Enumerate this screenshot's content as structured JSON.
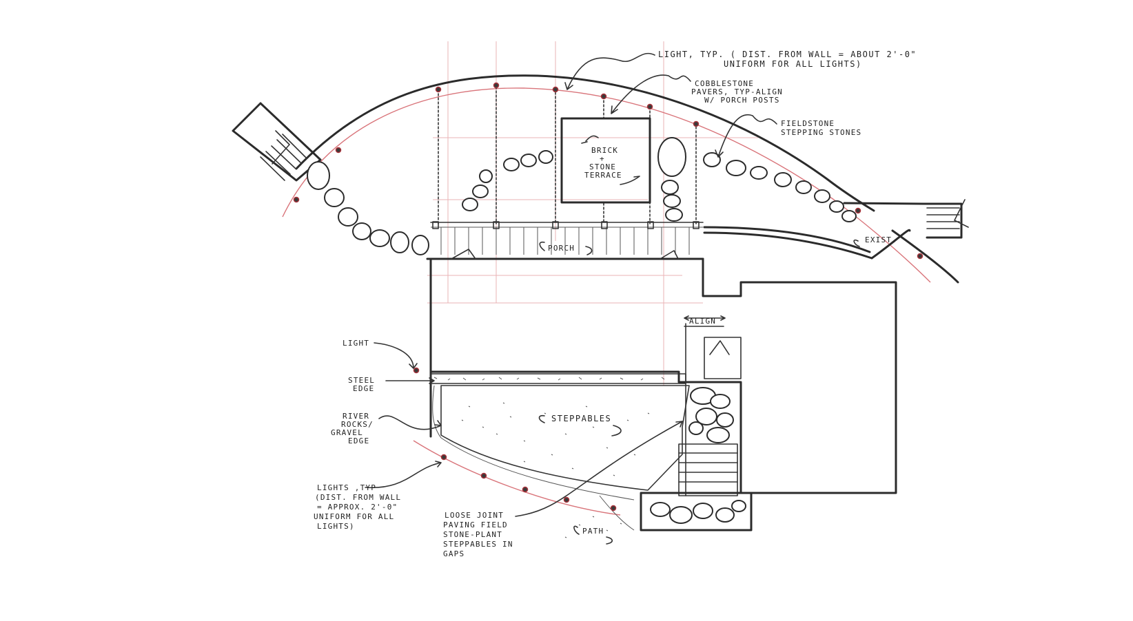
{
  "notes": {
    "light_typ_1": "LIGHT, TYP. ( DIST. FROM WALL = ABOUT 2'-0\"",
    "light_typ_2": "UNIFORM FOR ALL LIGHTS)",
    "cobble_1": "COBBLESTONE",
    "cobble_2": "PAVERS, TYP-ALIGN",
    "cobble_3": "W/ PORCH POSTS",
    "fieldstone_1": "FIELDSTONE",
    "fieldstone_2": "STEPPING STONES",
    "terrace_1": "BRICK",
    "terrace_2": "+",
    "terrace_3": "STONE",
    "terrace_4": "TERRACE",
    "porch": "PORCH",
    "exist": "EXIST.",
    "align": "ALIGN",
    "light": "LIGHT",
    "steel_1": "STEEL",
    "steel_2": "EDGE",
    "river_1": "RIVER",
    "river_2": "ROCKS/",
    "river_3": "GRAVEL",
    "river_4": "EDGE",
    "steppables": "STEPPABLES",
    "lights_1": "LIGHTS ,TYP",
    "lights_2": "(DIST. FROM WALL",
    "lights_3": "= APPROX. 2'-0\"",
    "lights_4": "UNIFORM FOR ALL",
    "lights_5": "LIGHTS)",
    "loose_1": "LOOSE JOINT",
    "loose_2": "PAVING FIELD",
    "loose_3": "STONE-PLANT",
    "loose_4": "STEPPABLES IN",
    "loose_5": "GAPS",
    "path": "PATH"
  },
  "colors": {
    "ink": "#2b2b2b",
    "construction_line": "#d9747a",
    "paper": "#ffffff"
  }
}
